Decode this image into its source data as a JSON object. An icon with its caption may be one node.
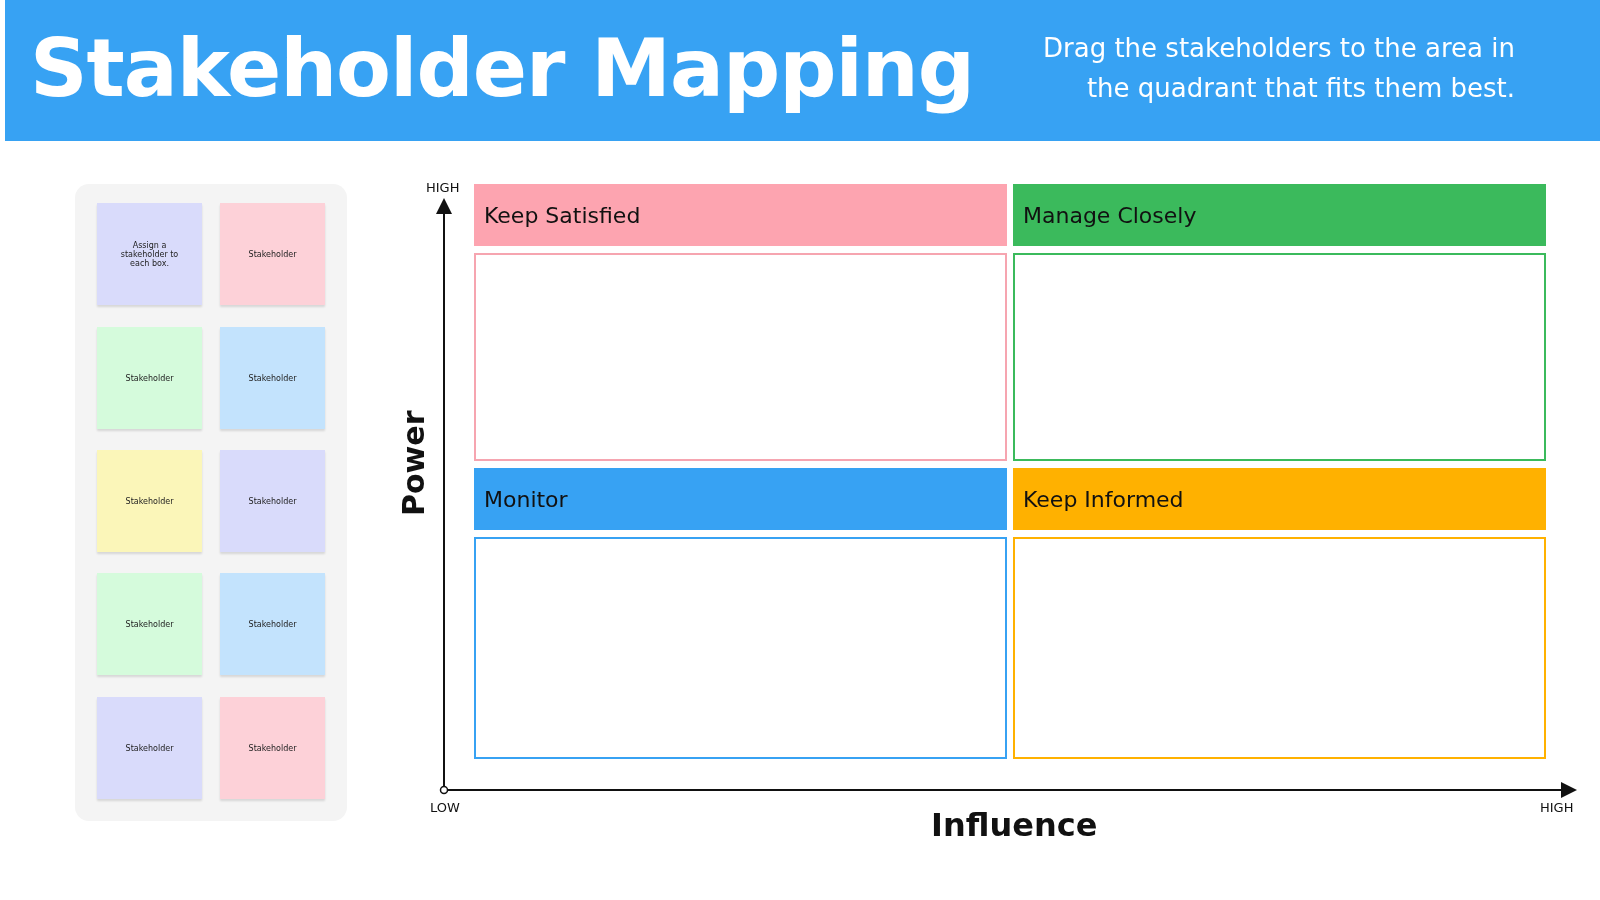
{
  "diagram": {
    "title": "Stakeholder Mapping",
    "nodes": [
      {
        "text": [],
        "shape": "box"
      },
      {
        "text": [
          "Assign a stakeholder to each box."
        ],
        "in": 0
      },
      {
        "text": [
          "Stakeholder"
        ],
        "in": 0
      },
      {
        "text": [
          "Stakeholder"
        ],
        "in": 0
      },
      {
        "text": [
          "Stakeholder"
        ],
        "in": 0
      },
      {
        "text": [
          "Stakeholder"
        ],
        "in": 0
      },
      {
        "text": [
          "Stakeholder"
        ],
        "in": 0
      },
      {
        "text": [
          "Stakeholder"
        ],
        "in": 0
      },
      {
        "text": [
          "Stakeholder"
        ],
        "in": 0
      },
      {
        "text": [
          "Stakeholder"
        ],
        "in": 0
      },
      {
        "text": [
          "Stakeholder"
        ],
        "in": 0
      },
      {
        "text": [
          "Keep Satisfied"
        ]
      },
      {
        "text": [],
        "shape": "box"
      },
      {
        "text": [
          "Manage Closely"
        ]
      },
      {
        "text": [],
        "shape": "box"
      },
      {
        "text": [
          "Monitor"
        ]
      },
      {
        "text": [],
        "shape": "box"
      },
      {
        "text": [
          "Keep Informed"
        ]
      },
      {
        "text": [],
        "shape": "box"
      }
    ],
    "edges": [],
    "labels": [
      "Drag the stakeholders to the area in the quadrant that fits them best.",
      "HIGH",
      "Power",
      "LOW",
      "Influence",
      "HIGH"
    ]
  }
}
